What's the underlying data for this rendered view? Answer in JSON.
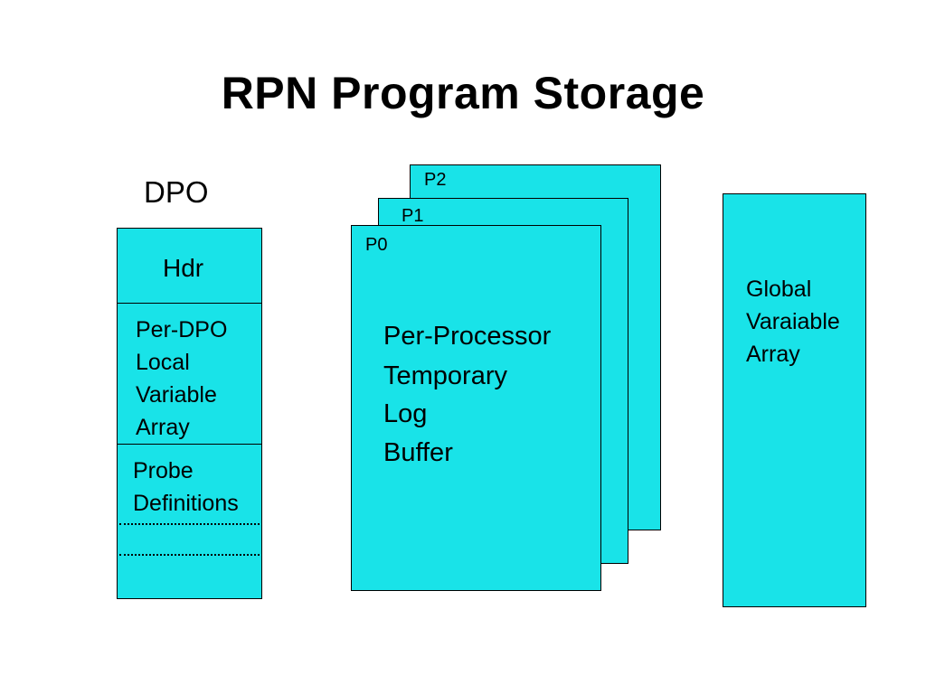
{
  "title": "RPN Program Storage",
  "colors": {
    "box_fill": "#19e3e8",
    "outline": "#000000",
    "background": "#ffffff"
  },
  "dpo": {
    "heading": "DPO",
    "sections": [
      {
        "lines": [
          "Hdr"
        ]
      },
      {
        "lines": [
          "Per-DPO",
          "Local",
          "Variable",
          "Array"
        ]
      },
      {
        "lines": [
          "Probe",
          "Definitions"
        ]
      }
    ]
  },
  "processors": {
    "pages": [
      "P2",
      "P1",
      "P0"
    ],
    "content_lines": [
      "Per-Processor",
      "Temporary",
      "Log",
      "Buffer"
    ]
  },
  "global": {
    "lines": [
      "Global",
      "Varaiable",
      "Array"
    ]
  }
}
